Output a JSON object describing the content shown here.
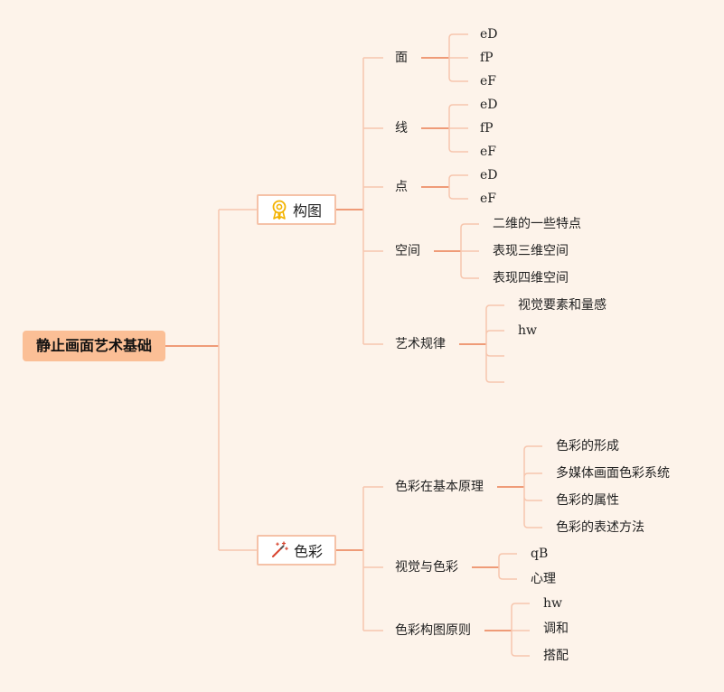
{
  "root": {
    "label": "静止画面艺术基础"
  },
  "branch_composition": {
    "label": "构图",
    "icon": "award-ribbon-icon",
    "children": {
      "surface": {
        "label": "面",
        "leaves": [
          "eD",
          "fP",
          "eF"
        ]
      },
      "line": {
        "label": "线",
        "leaves": [
          "eD",
          "fP",
          "eF"
        ]
      },
      "point": {
        "label": "点",
        "leaves": [
          "eD",
          "eF"
        ]
      },
      "space": {
        "label": "空间",
        "leaves": [
          "二维的一些特点",
          "表现三维空间",
          "表现四维空间"
        ]
      },
      "art_rules": {
        "label": "艺术规律",
        "leaves": [
          "视觉要素和量感",
          "hw",
          "",
          ""
        ]
      }
    }
  },
  "branch_color": {
    "label": "色彩",
    "icon": "magic-wand-icon",
    "children": {
      "principles": {
        "label": "色彩在基本原理",
        "leaves": [
          "色彩的形成",
          "多媒体画面色彩系统",
          "色彩的属性",
          "色彩的表述方法"
        ]
      },
      "vision": {
        "label": "视觉与色彩",
        "leaves": [
          "qB",
          "心理"
        ]
      },
      "composition_rules": {
        "label": "色彩构图原则",
        "leaves": [
          "hw",
          "调和",
          "搭配"
        ]
      }
    }
  },
  "colors": {
    "background": "#fdf3ea",
    "root_fill": "#fbbf96",
    "connector": "#f7c6ae",
    "connector_strong": "#ef9b78"
  }
}
